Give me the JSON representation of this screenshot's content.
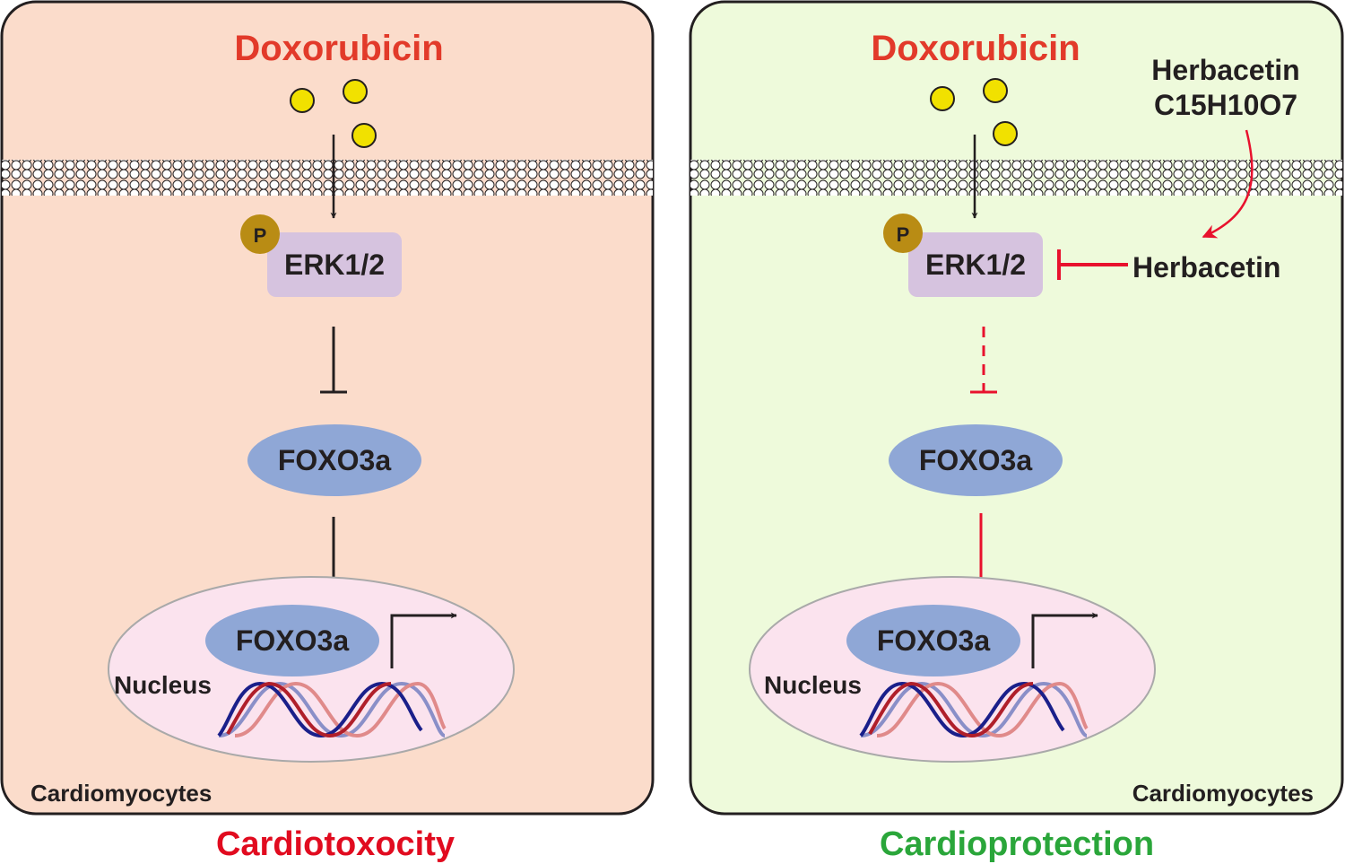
{
  "colors": {
    "left_bg": "#fbdccb",
    "right_bg": "#eefadb",
    "panel_border": "#231f20",
    "drug_red": "#e23a2a",
    "particle_yellow": "#f1e100",
    "erk_box": "#d6c3df",
    "foxo_ellipse": "#8fa7d6",
    "nucleus_fill": "#fbe3ee",
    "phospho": "#b98c14",
    "inhibit_red": "#e8112d",
    "toxicity_red": "#e10b1f",
    "protection_green": "#2aa63a",
    "dna_dark": "#1a1f8a",
    "dna_red": "#b01f2a"
  },
  "left_panel": {
    "drug": "Doxorubicin",
    "phospho": "P",
    "kinase": "ERK1/2",
    "tf": "FOXO3a",
    "nucleus_tf": "FOXO3a",
    "nucleus_label": "Nucleus",
    "cell_label": "Cardiomyocytes",
    "outcome": "Cardiotoxocity"
  },
  "right_panel": {
    "drug": "Doxorubicin",
    "compound_name": "Herbacetin",
    "compound_formula": "C15H10O7",
    "inhibitor": "Herbacetin",
    "phospho": "P",
    "kinase": "ERK1/2",
    "tf": "FOXO3a",
    "nucleus_tf": "FOXO3a",
    "nucleus_label": "Nucleus",
    "cell_label": "Cardiomyocytes",
    "outcome": "Cardioprotection"
  }
}
